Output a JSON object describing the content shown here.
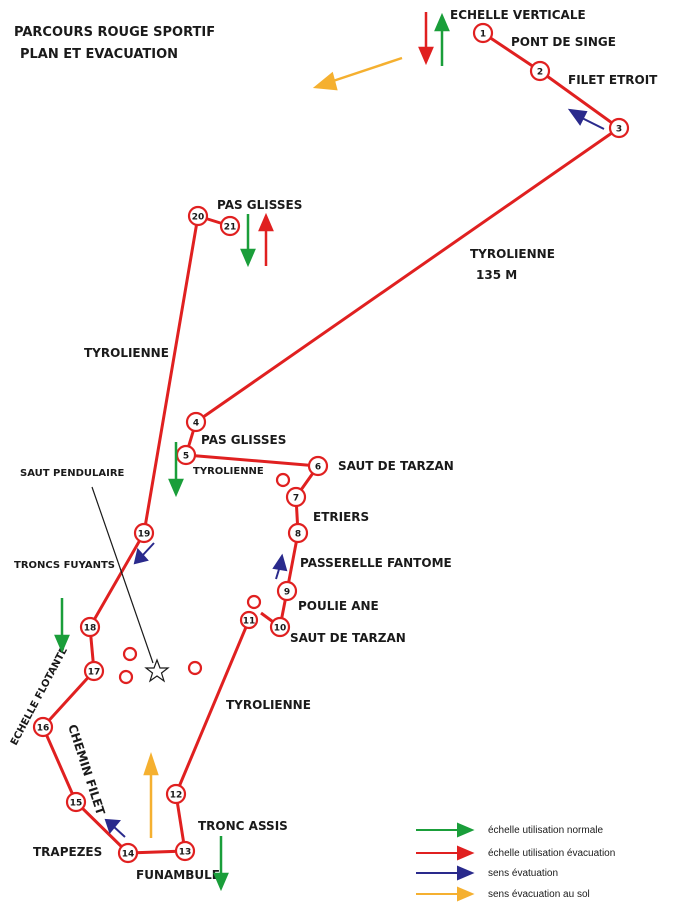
{
  "title": {
    "line1": "PARCOURS ROUGE SPORTIF",
    "line2": "PLAN ET EVACUATION"
  },
  "stations": [
    {
      "num": "1"
    },
    {
      "num": "2"
    },
    {
      "num": "3"
    },
    {
      "num": "4"
    },
    {
      "num": "5"
    },
    {
      "num": "6"
    },
    {
      "num": "7"
    },
    {
      "num": "8"
    },
    {
      "num": "9"
    },
    {
      "num": "10"
    },
    {
      "num": "11"
    },
    {
      "num": "12"
    },
    {
      "num": "13"
    },
    {
      "num": "14"
    },
    {
      "num": "15"
    },
    {
      "num": "16"
    },
    {
      "num": "17"
    },
    {
      "num": "18"
    },
    {
      "num": "19"
    },
    {
      "num": "20"
    },
    {
      "num": "21"
    }
  ],
  "labels": {
    "echelle_verticale": "ECHELLE VERTICALE",
    "pont_de_singe": "PONT DE SINGE",
    "filet_etroit": "FILET ETROIT",
    "tyrolienne_long": "TYROLIENNE",
    "tyrolienne_long_length": "135 M",
    "pas_glisses_top": "PAS GLISSES",
    "tyrolienne_left": "TYROLIENNE",
    "pas_glisses_mid": "PAS GLISSES",
    "tyrolienne_short": "TYROLIENNE",
    "saut_de_tarzan_1": "SAUT DE TARZAN",
    "etriers": "ETRIERS",
    "passerelle_fantome": "PASSERELLE FANTOME",
    "poulie_ane": "POULIE ANE",
    "saut_de_tarzan_2": "SAUT DE TARZAN",
    "saut_pendulaire": "SAUT PENDULAIRE",
    "troncs_fuyants": "TRONCS FUYANTS",
    "echelle_flotante": "ECHELLE FLOTANTE",
    "chemin_filet": "CHEMIN FILET",
    "tyrolienne_bottom": "TYROLIENNE",
    "tronc_assis": "TRONC ASSIS",
    "trapezes": "TRAPEZES",
    "funambule": "FUNAMBULE"
  },
  "legend": [
    {
      "label": "échelle utilisation normale",
      "color": "#1a9e3a"
    },
    {
      "label": "échelle utilisation évacuation",
      "color": "#e02020"
    },
    {
      "label": "sens évatuation",
      "color": "#2a2a8c"
    },
    {
      "label": "sens évacuation au sol",
      "color": "#f5b030"
    }
  ],
  "colors": {
    "route": "#e02020",
    "green": "#1a9e3a",
    "red": "#e02020",
    "blue": "#2a2a8c",
    "orange": "#f5b030"
  },
  "icons": {
    "pendulum": "star-icon"
  }
}
